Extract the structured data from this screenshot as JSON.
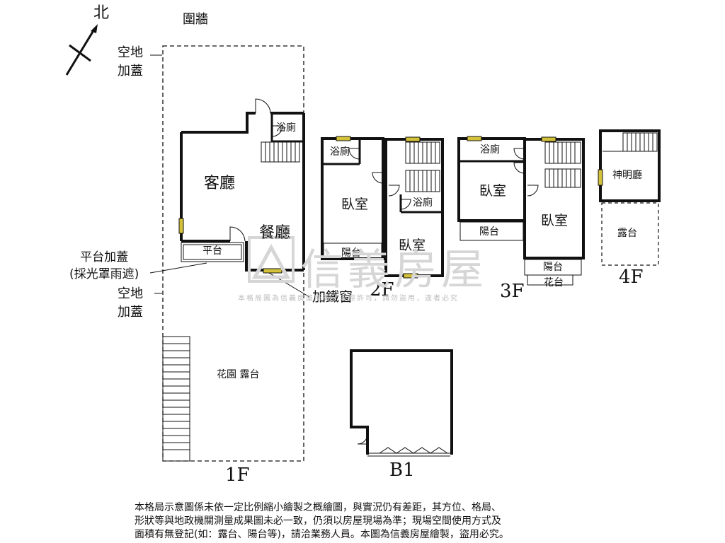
{
  "compass": {
    "label": "北"
  },
  "floors": {
    "f1": {
      "name": "1F",
      "labels": {
        "fence": "圍牆",
        "open_space_top": "空地\n加蓋",
        "living_room": "客廳",
        "dining_room": "餐廳",
        "bathroom": "浴廁",
        "platform": "平台",
        "platform_note": "平台加蓋\n(採光罩雨遮)",
        "open_space_bottom": "空地\n加蓋",
        "iron_window": "加鐵窗",
        "garden": "花園 露台"
      }
    },
    "f2": {
      "name": "2F",
      "labels": {
        "bathroom_a": "浴廁",
        "bedroom_a": "臥室",
        "balcony": "陽台",
        "bathroom_b": "浴廁",
        "bedroom_b": "臥室"
      }
    },
    "f3": {
      "name": "3F",
      "labels": {
        "bathroom": "浴廁",
        "bedroom_a": "臥室",
        "balcony_a": "陽台",
        "bedroom_b": "臥室",
        "balcony_b": "陽台",
        "planter": "花台"
      }
    },
    "f4": {
      "name": "4F",
      "labels": {
        "shrine_room": "神明廳",
        "terrace": "露台"
      }
    },
    "b1": {
      "name": "B1"
    }
  },
  "watermark": {
    "brand": "信義房屋",
    "notice": "本格局圖為信義房屋所有，未經許可，請勿盜用，違者必究"
  },
  "disclaimer": [
    "本格局示意圖係未依一定比例縮小繪製之概繪圖，與實況仍有差距，其方位、格局、",
    "形狀等與地政機關測量成果圖未必一致，仍須以房屋現場為準；現場空間使用方式及",
    "面積有無登記(如：露台、陽台等)，請洽業務人員。本圖為信義房屋繪製，盜用必究。"
  ],
  "colors": {
    "wall": "#111111",
    "window": "#d4c23a",
    "watermark": "#d6d6d6"
  }
}
